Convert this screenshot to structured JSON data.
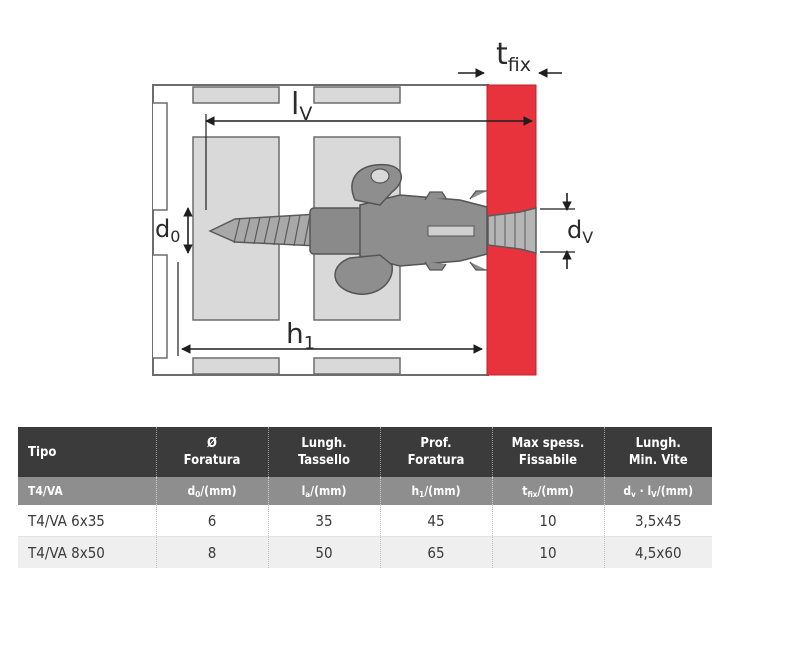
{
  "diagram": {
    "labels": {
      "lv": "l",
      "lv_sub": "V",
      "tfix": "t",
      "tfix_sub": "fix",
      "d0": "d",
      "d0_sub": "0",
      "dv": "d",
      "dv_sub": "V",
      "h1": "h",
      "h1_sub": "1"
    },
    "colors": {
      "fixture": "#e8323c",
      "wall": "#d9d9d9",
      "outline": "#6d6d6d",
      "anchor": "#8a8a8a",
      "screw": "#a0a0a0"
    }
  },
  "table": {
    "headers": [
      {
        "line1": "Tipo",
        "line2": ""
      },
      {
        "line1": "Ø",
        "line2": "Foratura"
      },
      {
        "line1": "Lungh.",
        "line2": "Tassello"
      },
      {
        "line1": "Prof.",
        "line2": "Foratura"
      },
      {
        "line1": "Max spess.",
        "line2": "Fissabile"
      },
      {
        "line1": "Lungh.",
        "line2": "Min. Vite"
      }
    ],
    "units": [
      {
        "main": "T4/VA",
        "sub": "",
        "tail": ""
      },
      {
        "main": "d",
        "sub": "0",
        "tail": "/(mm)"
      },
      {
        "main": "l",
        "sub": "a",
        "tail": "/(mm)"
      },
      {
        "main": "h",
        "sub": "1",
        "tail": "/(mm)"
      },
      {
        "main": "t",
        "sub": "fix",
        "tail": "/(mm)"
      },
      {
        "main": "d",
        "sub": "v",
        "tail": " · l",
        "sub2": "V",
        "tail2": "/(mm)"
      }
    ],
    "rows": [
      [
        "T4/VA 6x35",
        "6",
        "35",
        "45",
        "10",
        "3,5x45"
      ],
      [
        "T4/VA 8x50",
        "8",
        "50",
        "65",
        "10",
        "4,5x60"
      ]
    ]
  }
}
